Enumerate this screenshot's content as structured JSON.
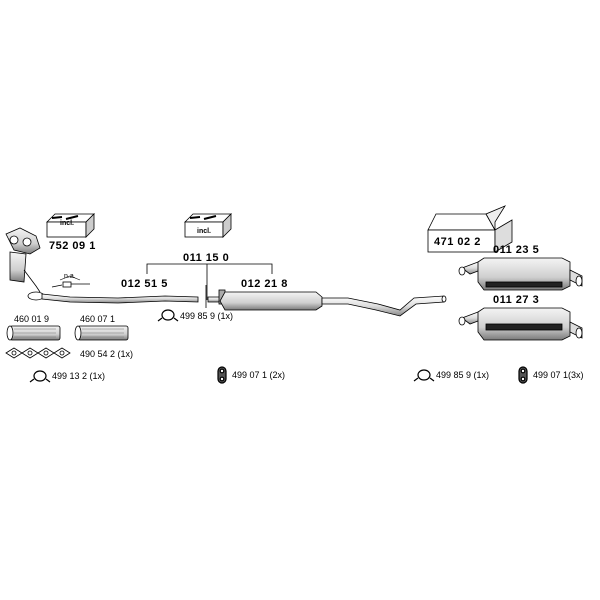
{
  "parts": {
    "catalyst": "752 09 1",
    "box_incl_left": "incl.",
    "box_incl_center": "incl.",
    "box_kit": "471 02 2",
    "front_pipe": "012 51 5",
    "middle_assembly": "011 15 0",
    "middle_silencer": "012 21 8",
    "rear_silencer_a": "011 23 5",
    "rear_silencer_b": "011 27 3",
    "note_na": "n.a.",
    "flex_a": "460 01 9",
    "flex_b": "460 07 1",
    "gaskets": "490 54 2 (1x)",
    "ring_left": "499 13 2 (1x)",
    "ring_center": "499 85 9 (1x)",
    "hanger_center": "499 07 1 (2x)",
    "ring_right": "499 85 9 (1x)",
    "hanger_right": "499 07 1(3x)"
  }
}
